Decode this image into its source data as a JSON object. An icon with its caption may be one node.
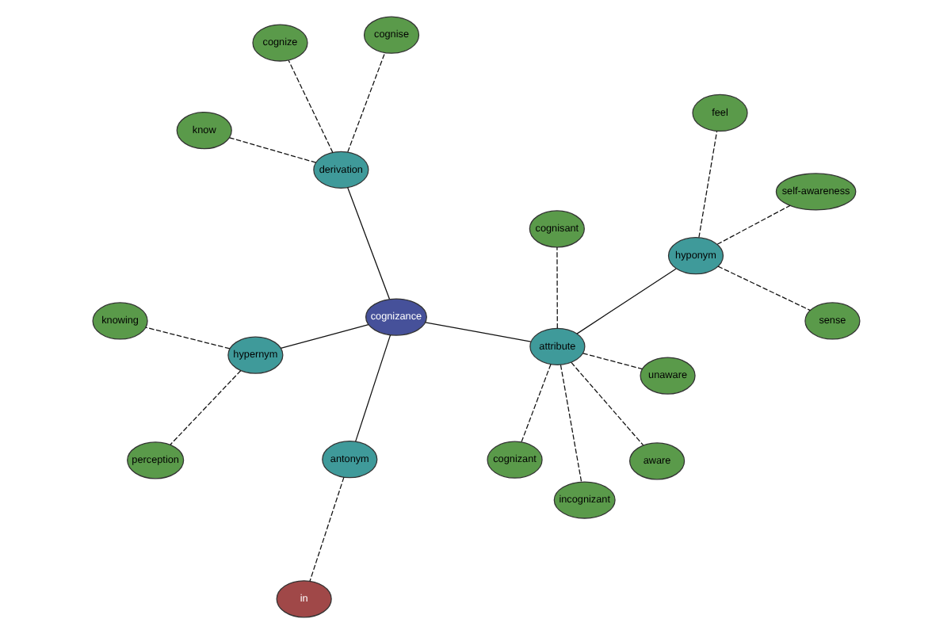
{
  "diagram": {
    "nodes": [
      {
        "text": [
          "perception"
        ]
      },
      {
        "text": [
          "knowing"
        ]
      },
      {
        "text": [
          "in"
        ]
      },
      {
        "text": [
          "hypernym"
        ]
      },
      {
        "text": [
          "antonym"
        ]
      },
      {
        "text": [
          "cognisant"
        ]
      },
      {
        "text": [
          "cognizance"
        ]
      },
      {
        "text": [
          "aware"
        ]
      },
      {
        "text": [
          "cognizant"
        ]
      },
      {
        "text": [
          "attribute"
        ]
      },
      {
        "text": [
          "incognizant"
        ]
      },
      {
        "text": [
          "feel"
        ]
      },
      {
        "text": [
          "unaware"
        ]
      },
      {
        "text": [
          "hyponym"
        ]
      },
      {
        "text": [
          "derivation"
        ]
      },
      {
        "text": [
          "sense"
        ]
      },
      {
        "text": [
          "cognise"
        ]
      },
      {
        "text": [
          "self-awareness"
        ]
      },
      {
        "text": [
          "cognize"
        ]
      },
      {
        "text": [
          "know"
        ]
      }
    ],
    "edges": [
      {
        "from": 6,
        "to": 4,
        "arrow": "none"
      },
      {
        "from": 6,
        "to": 3,
        "arrow": "none"
      },
      {
        "from": 6,
        "to": 9,
        "arrow": "none"
      },
      {
        "from": 6,
        "to": 14,
        "arrow": "none"
      },
      {
        "from": 9,
        "to": 13,
        "arrow": "none"
      },
      {
        "from": 4,
        "to": 2,
        "arrow": "none",
        "style": "dashed"
      },
      {
        "from": 3,
        "to": 0,
        "arrow": "none",
        "style": "dashed"
      },
      {
        "from": 3,
        "to": 1,
        "arrow": "none",
        "style": "dashed"
      },
      {
        "from": 9,
        "to": 5,
        "arrow": "none",
        "style": "dashed"
      },
      {
        "from": 9,
        "to": 7,
        "arrow": "none",
        "style": "dashed"
      },
      {
        "from": 9,
        "to": 8,
        "arrow": "none",
        "style": "dashed"
      },
      {
        "from": 9,
        "to": 10,
        "arrow": "none",
        "style": "dashed"
      },
      {
        "from": 9,
        "to": 12,
        "arrow": "none",
        "style": "dashed"
      },
      {
        "from": 13,
        "to": 11,
        "arrow": "none",
        "style": "dashed"
      },
      {
        "from": 13,
        "to": 15,
        "arrow": "none",
        "style": "dashed"
      },
      {
        "from": 13,
        "to": 17,
        "arrow": "none",
        "style": "dashed"
      },
      {
        "from": 14,
        "to": 16,
        "arrow": "none",
        "style": "dashed"
      },
      {
        "from": 14,
        "to": 18,
        "arrow": "none",
        "style": "dashed"
      },
      {
        "from": 14,
        "to": 19,
        "arrow": "none",
        "style": "dashed"
      }
    ]
  }
}
